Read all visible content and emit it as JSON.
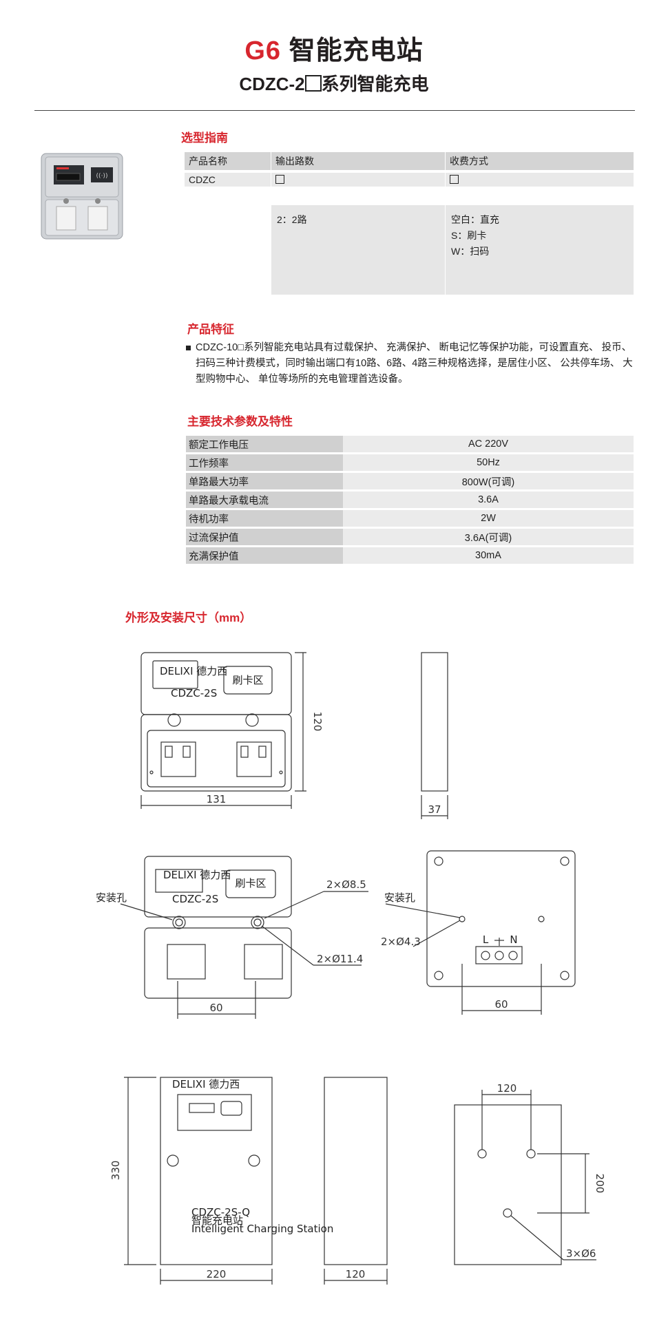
{
  "header": {
    "model_code": "G6",
    "title_rest": "智能充电站",
    "subtitle_prefix": "CDZC-2",
    "subtitle_suffix": "系列智能充电"
  },
  "selection": {
    "title": "选型指南",
    "headers": [
      "产品名称",
      "输出路数",
      "收费方式"
    ],
    "product_name": "CDZC",
    "outputs_option": "2：2路",
    "charge_options": [
      "空白：直充",
      "S：刷卡",
      "W：扫码"
    ]
  },
  "features": {
    "title": "产品特征",
    "text": "CDZC-10□系列智能充电站具有过载保护、 充满保护、 断电记忆等保护功能，可设置直充、 投币、 扫码三种计费模式，同时输出端口有10路、6路、4路三种规格选择，是居住小区、 公共停车场、 大型购物中心、 单位等场所的充电管理首选设备。"
  },
  "specs": {
    "title": "主要技术参数及特性",
    "rows": [
      {
        "label": "额定工作电压",
        "value": "AC 220V"
      },
      {
        "label": "工作频率",
        "value": "50Hz"
      },
      {
        "label": "单路最大功率",
        "value": "800W(可调)"
      },
      {
        "label": "单路最大承载电流",
        "value": "3.6A"
      },
      {
        "label": "待机功率",
        "value": "2W"
      },
      {
        "label": "过流保护值",
        "value": "3.6A(可调)"
      },
      {
        "label": "充满保护值",
        "value": "30mA"
      }
    ]
  },
  "dimensions": {
    "title": "外形及安装尺寸（mm）",
    "brand": "DELIXI 德力西",
    "card_label": "刷卡区",
    "device_code": "CDZC-2S",
    "width_131": "131",
    "height_120": "120",
    "depth_37": "37",
    "mount_hole_label": "安装孔",
    "hole_8_5": "2×Ø8.5",
    "hole_11_4": "2×Ø11.4",
    "spacing_60": "60",
    "hole_4_3": "2×Ø4.3",
    "terminal_L": "L",
    "terminal_N": "N",
    "height_330": "330",
    "width_220": "220",
    "depth_120": "120",
    "pitch_120": "120",
    "pitch_200": "200",
    "hole_6": "3×Ø6",
    "large_code": "CDZC-2S-Q",
    "large_name": "智能充电站",
    "large_name_en": "Intelligent Charging Station"
  }
}
